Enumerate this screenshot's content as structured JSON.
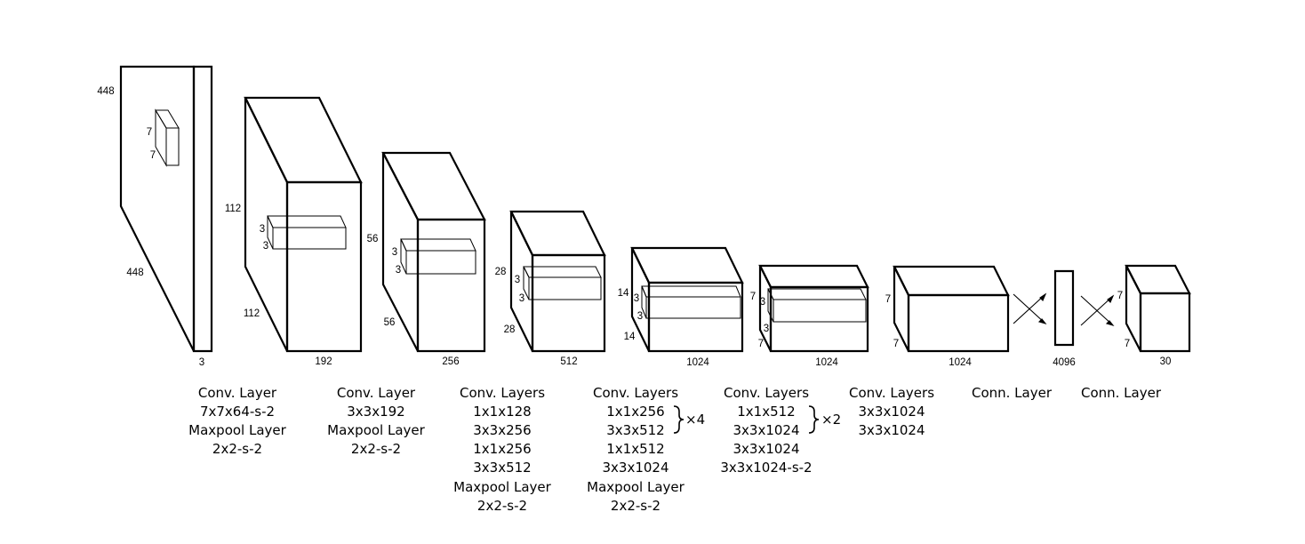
{
  "layers": [
    {
      "name": "input",
      "dims": {
        "height": "448",
        "width": "448",
        "depth": "3"
      },
      "kernel": {
        "a": "7",
        "b": "7"
      },
      "caption": [
        "Conv. Layer",
        "7x7x64-s-2",
        "Maxpool Layer",
        "2x2-s-2"
      ]
    },
    {
      "name": "block-1",
      "dims": {
        "height": "112",
        "width": "112",
        "depth": "192"
      },
      "kernel": {
        "a": "3",
        "b": "3"
      },
      "caption": [
        "Conv. Layer",
        "3x3x192",
        "Maxpool Layer",
        "2x2-s-2"
      ]
    },
    {
      "name": "block-2",
      "dims": {
        "height": "56",
        "width": "56",
        "depth": "256"
      },
      "kernel": {
        "a": "3",
        "b": "3"
      },
      "caption": [
        "Conv. Layers",
        "1x1x128",
        "3x3x256",
        "1x1x256",
        "3x3x512",
        "Maxpool Layer",
        "2x2-s-2"
      ]
    },
    {
      "name": "block-3",
      "dims": {
        "height": "28",
        "width": "28",
        "depth": "512"
      },
      "kernel": {
        "a": "3",
        "b": "3"
      },
      "caption": [
        "Conv. Layers",
        "1x1x256",
        "3x3x512",
        "1x1x512",
        "3x3x1024",
        "Maxpool Layer",
        "2x2-s-2"
      ],
      "repeat": {
        "label": "×4",
        "rows": 2
      }
    },
    {
      "name": "block-4",
      "dims": {
        "height": "14",
        "width": "14",
        "depth": "1024"
      },
      "kernel": {
        "a": "3",
        "b": "3"
      },
      "caption": [
        "Conv. Layers",
        "1x1x512",
        "3x3x1024",
        "3x3x1024",
        "3x3x1024-s-2"
      ],
      "repeat": {
        "label": "×2",
        "rows": 2
      }
    },
    {
      "name": "block-5",
      "dims": {
        "height": "7",
        "width": "7",
        "depth": "1024"
      },
      "kernel": {
        "a": "3",
        "b": "3"
      },
      "caption": [
        "Conv. Layers",
        "3x3x1024",
        "3x3x1024"
      ]
    },
    {
      "name": "block-6",
      "dims": {
        "height": "7",
        "width": "7",
        "depth": "1024"
      },
      "caption": [
        "Conn. Layer"
      ]
    },
    {
      "name": "fc",
      "dims": {
        "depth": "4096"
      },
      "caption": [
        "Conn. Layer"
      ]
    },
    {
      "name": "output",
      "dims": {
        "height": "7",
        "width": "7",
        "depth": "30"
      }
    }
  ]
}
